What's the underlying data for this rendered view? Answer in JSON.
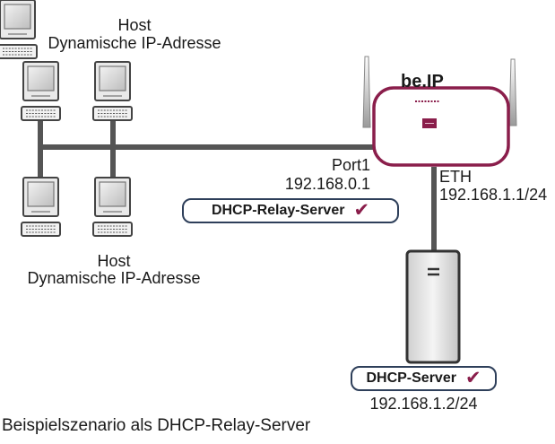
{
  "hosts_top": {
    "line1": "Host",
    "line2": "Dynamische IP-Adresse"
  },
  "hosts_bottom": {
    "line1": "Host",
    "line2": "Dynamische IP-Adresse"
  },
  "router": {
    "brand": "be.IP"
  },
  "port1": {
    "name": "Port1",
    "ip": "192.168.0.1"
  },
  "eth": {
    "name": "ETH",
    "ip": "192.168.1.1/24"
  },
  "relay_badge": {
    "label": "DHCP-Relay-Server",
    "check": "✔"
  },
  "server_badge": {
    "label": "DHCP-Server",
    "check": "✔"
  },
  "server_ip": "192.168.1.2/24",
  "caption": "Beispielszenario als DHCP-Relay-Server",
  "colors": {
    "line": "#555555",
    "accent": "#8a1e4b",
    "badge_border": "#2e3f5a"
  }
}
